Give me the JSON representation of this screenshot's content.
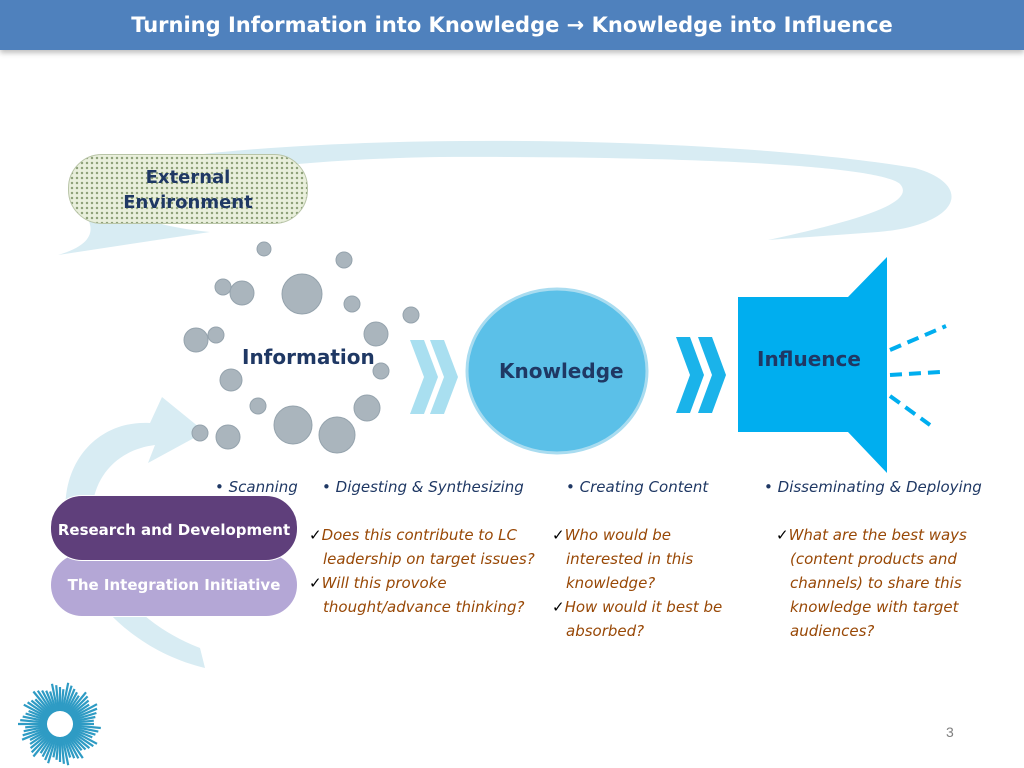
{
  "slide": {
    "title": "Turning Information into Knowledge",
    "title_arrow": "→",
    "title_tail": "Knowledge into Influence",
    "page_number": "3"
  },
  "diagram": {
    "external_environment": "External\nEnvironment",
    "nodes": [
      {
        "id": "information",
        "label": "Information"
      },
      {
        "id": "knowledge",
        "label": "Knowledge"
      },
      {
        "id": "influence",
        "label": "Influence"
      }
    ],
    "stages": [
      "Scanning",
      "Digesting & Synthesizing",
      "Creating Content",
      "Disseminating & Deploying"
    ],
    "bullet_symbol": "•",
    "check_symbol": "✓",
    "questions": {
      "digesting": [
        "Does this contribute to LC leadership on target issues?",
        "Will this provoke thought/advance thinking?"
      ],
      "creating": [
        "Who would be interested in this knowledge?",
        "How would it best be absorbed?"
      ],
      "disseminating": [
        "What are the best ways (content products and channels) to share this knowledge with target audiences?"
      ]
    },
    "cycle_labels": [
      "Research and Development",
      "The Integration Initiative"
    ],
    "colors": {
      "title_bar": "#4f81bd",
      "node_text": "#1f3864",
      "question_text": "#984806",
      "knowledge_circle": "#5bc0e8",
      "influence_megaphone": "#00aeef",
      "cycle_arrow": "#d8ecf3",
      "research_pill": "#5f3f7b",
      "integration_pill": "#b4a7d6"
    }
  }
}
